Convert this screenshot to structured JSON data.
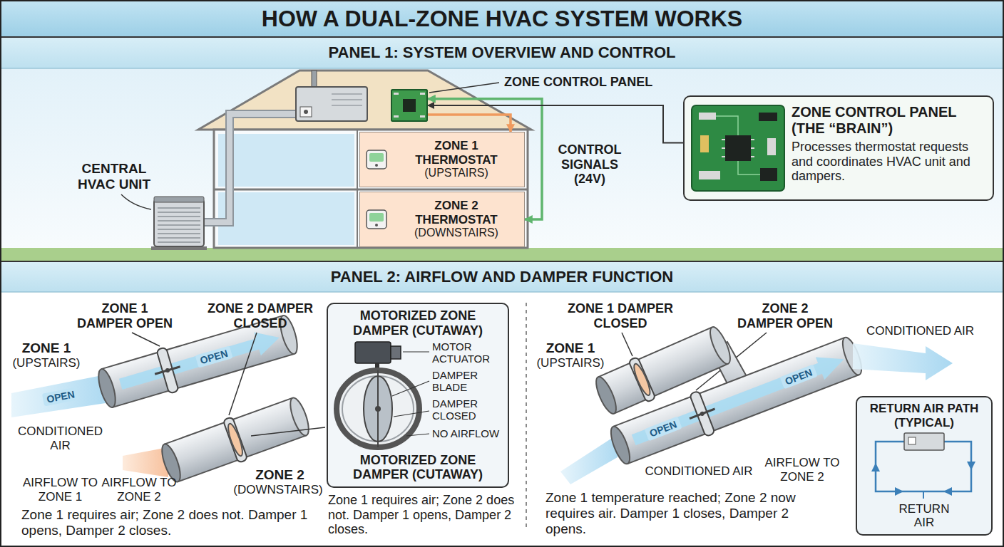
{
  "diagram": {
    "title": "HOW A DUAL-ZONE HVAC SYSTEM WORKS",
    "nodes": [
      {
        "text": [
          "PANEL 1: SYSTEM OVERVIEW AND CONTROL"
        ]
      },
      {
        "text": [
          "ZONE CONTROL PANEL"
        ],
        "in": 0
      },
      {
        "text": [
          "ZONE 1 THERMOSTAT",
          "(UPSTAIRS)"
        ],
        "in": 0
      },
      {
        "text": [
          "ZONE 2 THERMOSTAT",
          "(DOWNSTAIRS)"
        ],
        "in": 0
      },
      {
        "text": [
          "ZONE CONTROL PANEL (THE “BRAIN”)",
          "Processes thermostat requests and coordinates HVAC unit and dampers."
        ],
        "in": 0
      },
      {
        "text": [
          "PANEL 2: AIRFLOW AND DAMPER FUNCTION"
        ]
      },
      {
        "text": [
          "MOTORIZED ZONE DAMPER (CUTAWAY)",
          "MOTORIZED ZONE DAMPER (CUTAWAY)"
        ],
        "in": 5
      },
      {
        "text": [
          "RETURN AIR PATH (TYPICAL)",
          "RETURN AIR"
        ],
        "in": 5
      }
    ],
    "edges": [
      {
        "from": 1,
        "to": 2,
        "arrow": "to"
      },
      {
        "from": 3,
        "to": 1,
        "arrow": "both"
      },
      {
        "from": 4,
        "to": 1,
        "arrow": "to"
      }
    ],
    "labels": [
      "CENTRAL HVAC UNIT",
      "CONTROL SIGNALS (24V)",
      "ZONE 1 DAMPER OPEN",
      "ZONE 2 DAMPER CLOSED",
      "ZONE 1",
      "(UPSTAIRS)",
      "OPEN",
      "OPEN",
      "CONDITIONED AIR",
      "AIRFLOW TO ZONE 1",
      "AIRFLOW TO ZONE 2",
      "ZONE 2",
      "(DOWNSTAIRS)",
      "Zone 1 requires air; Zone 2 does not. Damper 1 opens, Damper 2 closes.",
      "MOTOR ACTUATOR",
      "DAMPER BLADE",
      "DAMPER CLOSED",
      "NO AIRFLOW",
      "Zone 1 requires air; Zone 2 does not. Damper 1 opens, Damper 2 closes.",
      "ZONE 1 DAMPER CLOSED",
      "ZONE 2 DAMPER OPEN",
      "ZONE 1",
      "(UPSTAIRS)",
      "CONDITIONED AIR",
      "OPEN",
      "OPEN",
      "CONDITIONED AIR",
      "AIRFLOW TO ZONE 2",
      "Zone 1 temperature reached; Zone 2 now requires air. Damper 1 closes, Damper 2 opens."
    ]
  }
}
